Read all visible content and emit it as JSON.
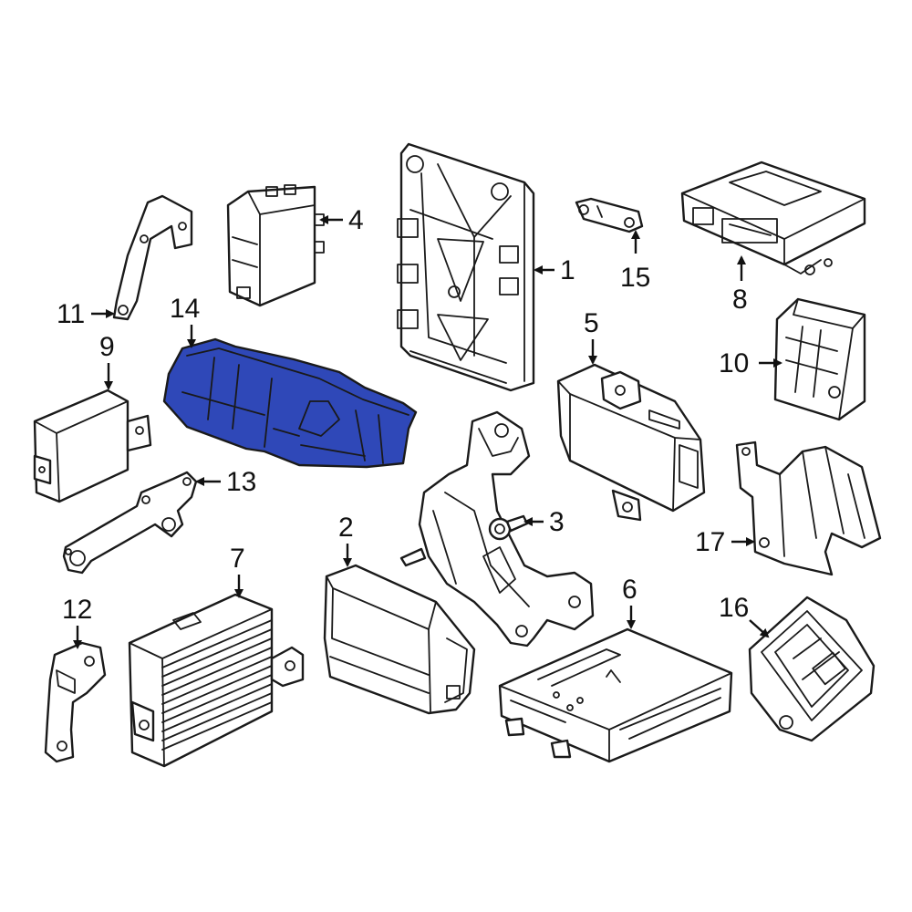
{
  "diagram": {
    "highlight_color": "#2f48b8",
    "line_color": "#1a1a1a",
    "callouts": {
      "c1": "1",
      "c2": "2",
      "c3": "3",
      "c4": "4",
      "c5": "5",
      "c6": "6",
      "c7": "7",
      "c8": "8",
      "c9": "9",
      "c10": "10",
      "c11": "11",
      "c12": "12",
      "c13": "13",
      "c14": "14",
      "c15": "15",
      "c16": "16",
      "c17": "17"
    },
    "highlighted_part": "14"
  }
}
